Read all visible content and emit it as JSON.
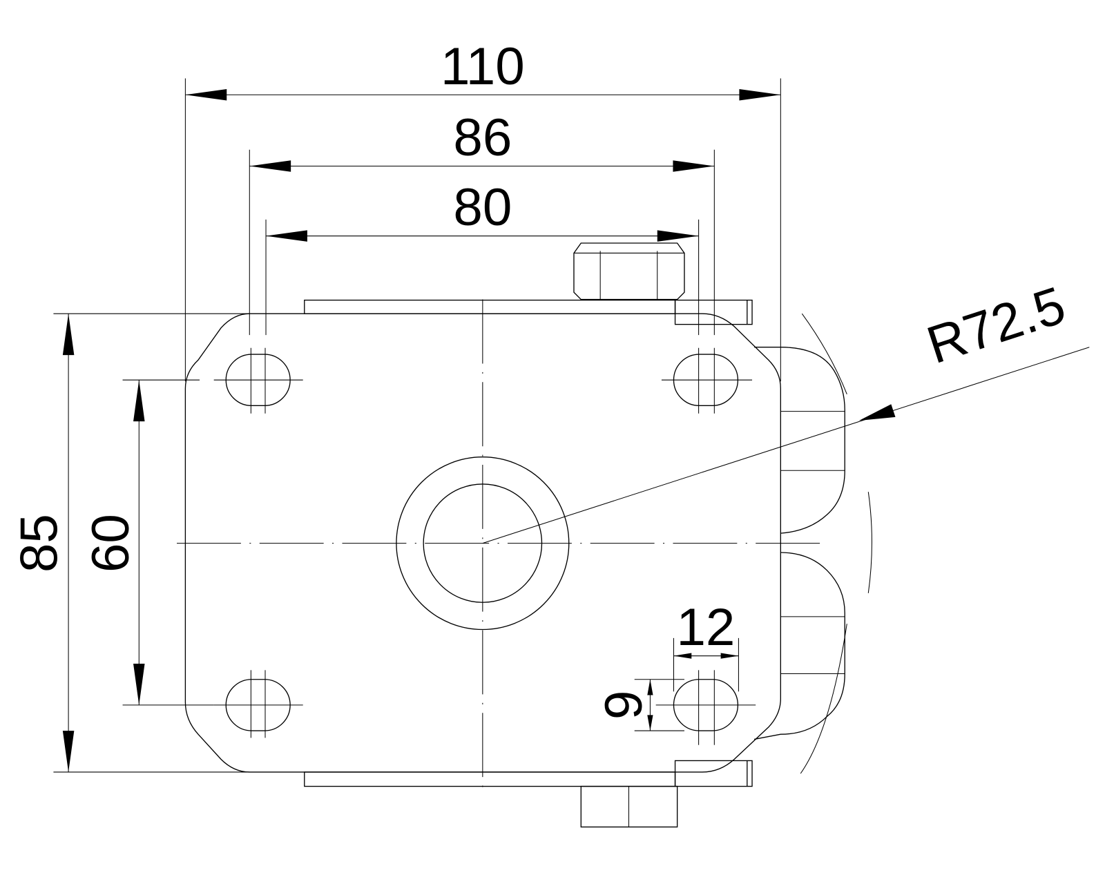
{
  "drawing": {
    "dimensions": {
      "overall_width": "110",
      "outer_width": "86",
      "hole_spacing_x": "80",
      "overall_height": "85",
      "hole_spacing_y": "60",
      "slot_length": "12",
      "slot_width": "9",
      "radius": "R72.5"
    },
    "line_color": "#000000",
    "background_color": "#ffffff"
  }
}
